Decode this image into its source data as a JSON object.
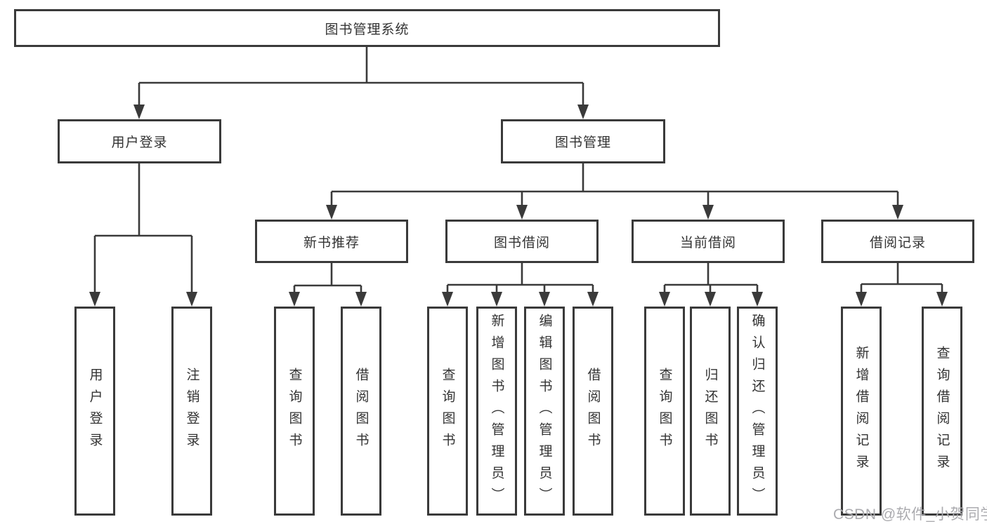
{
  "colors": {
    "line": "#3a3a3a",
    "text": "#333333",
    "background": "#ffffff",
    "watermark": "#ababaf"
  },
  "watermark": {
    "text": "CSDN @软件_小贺同学"
  },
  "diagram": {
    "type": "hierarchy",
    "root": {
      "label": "图书管理系统",
      "children": [
        {
          "label": "用户登录",
          "children": [
            {
              "label": "用户登录"
            },
            {
              "label": "注销登录"
            }
          ]
        },
        {
          "label": "图书管理",
          "children": [
            {
              "label": "新书推荐",
              "children": [
                {
                  "label": "查询图书"
                },
                {
                  "label": "借阅图书"
                }
              ]
            },
            {
              "label": "图书借阅",
              "children": [
                {
                  "label": "查询图书"
                },
                {
                  "label": "新增图书（管理员）"
                },
                {
                  "label": "编辑图书（管理员）"
                },
                {
                  "label": "借阅图书"
                }
              ]
            },
            {
              "label": "当前借阅",
              "children": [
                {
                  "label": "查询图书"
                },
                {
                  "label": "归还图书"
                },
                {
                  "label": "确认归还（管理员）"
                }
              ]
            },
            {
              "label": "借阅记录",
              "children": [
                {
                  "label": "新增借阅记录"
                },
                {
                  "label": "查询借阅记录"
                }
              ]
            }
          ]
        }
      ]
    }
  }
}
